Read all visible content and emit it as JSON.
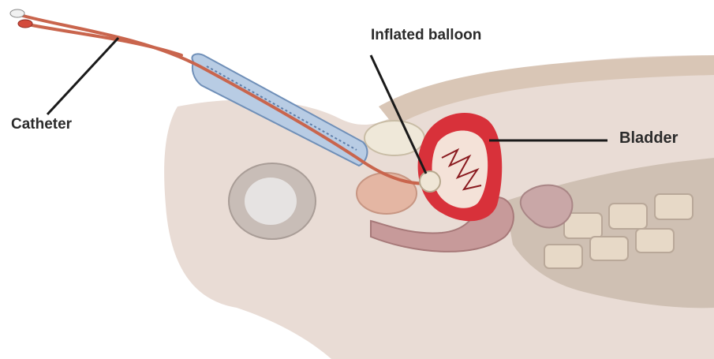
{
  "labels": {
    "catheter": "Catheter",
    "inflated_balloon": "Inflated balloon",
    "bladder": "Bladder"
  },
  "colors": {
    "skin": "#e9dcd5",
    "tissue": "#d8c8bd",
    "bladder_red": "#d8313a",
    "catheter_tube": "#c9654d",
    "urethra_blue": "#8fb0d6",
    "label_text": "#2b2b2b"
  }
}
